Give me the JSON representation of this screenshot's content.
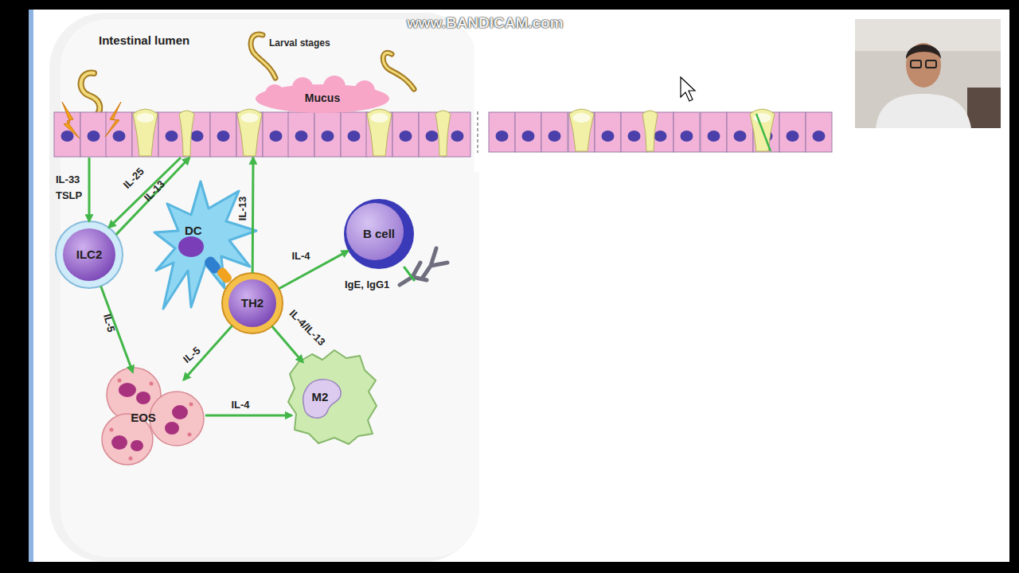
{
  "diagram": {
    "nodes": [
      {
        "text": [
          "Intestinal lumen"
        ]
      },
      {
        "text": [
          "Mucus"
        ]
      },
      {
        "text": [
          "ILC2"
        ]
      },
      {
        "text": [
          "DC"
        ]
      },
      {
        "text": [
          "TH2"
        ]
      },
      {
        "text": [
          "B cell"
        ]
      },
      {
        "text": [
          "EOS"
        ]
      },
      {
        "text": [
          "M2"
        ]
      }
    ],
    "edges": [
      {
        "from": 0,
        "to": 2,
        "arrow": "to",
        "label": "IL-33 TSLP"
      },
      {
        "from": 0,
        "to": 2,
        "arrow": "to",
        "label": "IL-25"
      },
      {
        "from": 2,
        "to": 0,
        "arrow": "to",
        "label": "IL-13"
      },
      {
        "from": 4,
        "to": 0,
        "arrow": "to",
        "label": "IL-13"
      },
      {
        "from": 4,
        "to": 5,
        "arrow": "to",
        "label": "IL-4"
      },
      {
        "from": 2,
        "to": 6,
        "arrow": "to",
        "label": "IL-5"
      },
      {
        "from": 4,
        "to": 6,
        "arrow": "to",
        "label": "IL-5"
      },
      {
        "from": 4,
        "to": 7,
        "arrow": "to",
        "label": "IL-4/IL-13"
      },
      {
        "from": 6,
        "to": 7,
        "arrow": "to",
        "label": "IL-4"
      }
    ],
    "labels": [
      "www.BANDICAM.com",
      "Larval stages",
      "IgE, IgG1"
    ]
  }
}
